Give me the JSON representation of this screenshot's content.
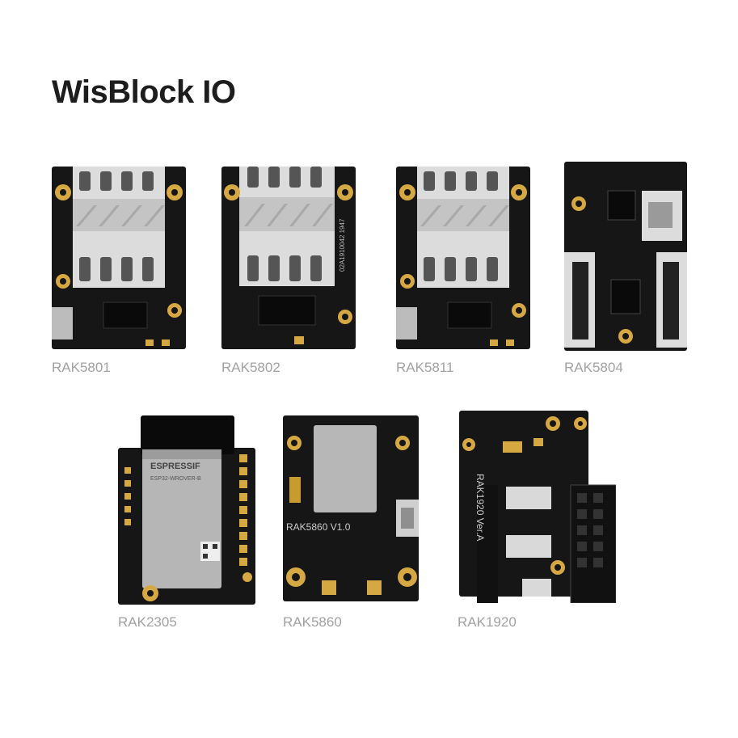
{
  "page": {
    "title": "WisBlock IO"
  },
  "colors": {
    "pcb": "#161616",
    "gold": "#d6a844",
    "connector": "#dcdcdc",
    "label": "#a2a2a2"
  },
  "modules": [
    {
      "name": "RAK5801"
    },
    {
      "name": "RAK5802"
    },
    {
      "name": "RAK5811"
    },
    {
      "name": "RAK5804"
    },
    {
      "name": "RAK2305"
    },
    {
      "name": "RAK5860"
    },
    {
      "name": "RAK1920"
    }
  ],
  "silkscreen": {
    "rak5802_code": "02A1910042 1947",
    "esp_brand": "ESPRESSIF",
    "esp_model": "ESP32-WROVER-B",
    "rak5860_text": "RAK5860 V1.0",
    "rak1920_text": "RAK1920 Ver.A"
  }
}
